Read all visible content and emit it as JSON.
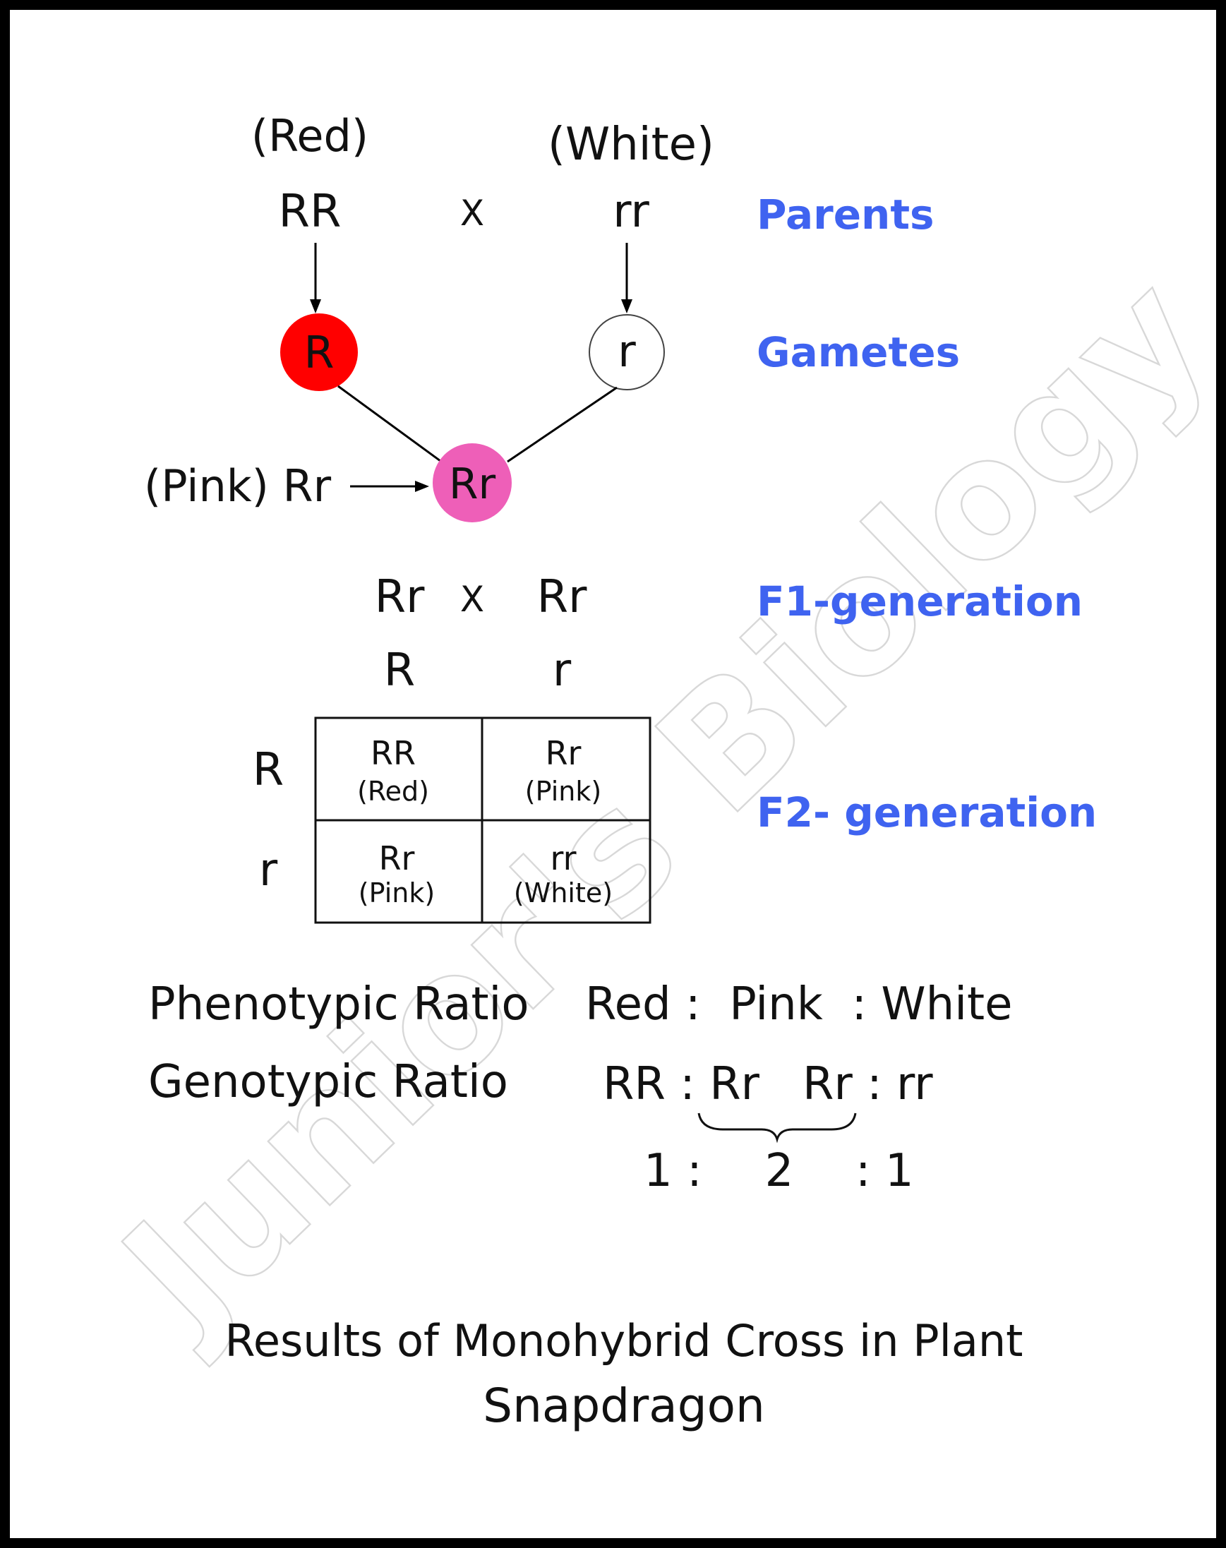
{
  "cross": {
    "parent1_phenotype": "(Red)",
    "parent1_genotype": "RR",
    "cross_symbol": "X",
    "parent2_phenotype": "(White)",
    "parent2_genotype": "rr",
    "gamete1": "R",
    "gamete2": "r",
    "hybrid_label": "(Pink) Rr",
    "hybrid": "Rr"
  },
  "f1_cross": {
    "left": "Rr",
    "symbol": "X",
    "right": "Rr",
    "gamete_left": "R",
    "gamete_right": "r"
  },
  "punnett": {
    "row_headers": [
      "R",
      "r"
    ],
    "cells": [
      [
        {
          "genotype": "RR",
          "phenotype": "(Red)"
        },
        {
          "genotype": "Rr",
          "phenotype": "(Pink)"
        }
      ],
      [
        {
          "genotype": "Rr",
          "phenotype": "(Pink)"
        },
        {
          "genotype": "rr",
          "phenotype": "(White)"
        }
      ]
    ]
  },
  "labels": {
    "parents": "Parents",
    "gametes": "Gametes",
    "f1": "F1-generation",
    "f2": "F2- generation"
  },
  "ratios": {
    "phenotypic_label": "Phenotypic Ratio",
    "phenotypic_value": "Red :  Pink  : White",
    "genotypic_label": "Genotypic Ratio",
    "genotypic_value": "RR : Rr   Rr : rr",
    "numbers": {
      "first": "1 :",
      "second": "2",
      "third": ": 1"
    }
  },
  "caption": {
    "line1": "Results of Monohybrid Cross in Plant",
    "line2": "Snapdragon"
  },
  "watermark": "Junior's Biology",
  "colors": {
    "label_blue": "#3f63f0",
    "gamete_red": "#ff0000",
    "hybrid_pink": "#ee5fb8"
  }
}
